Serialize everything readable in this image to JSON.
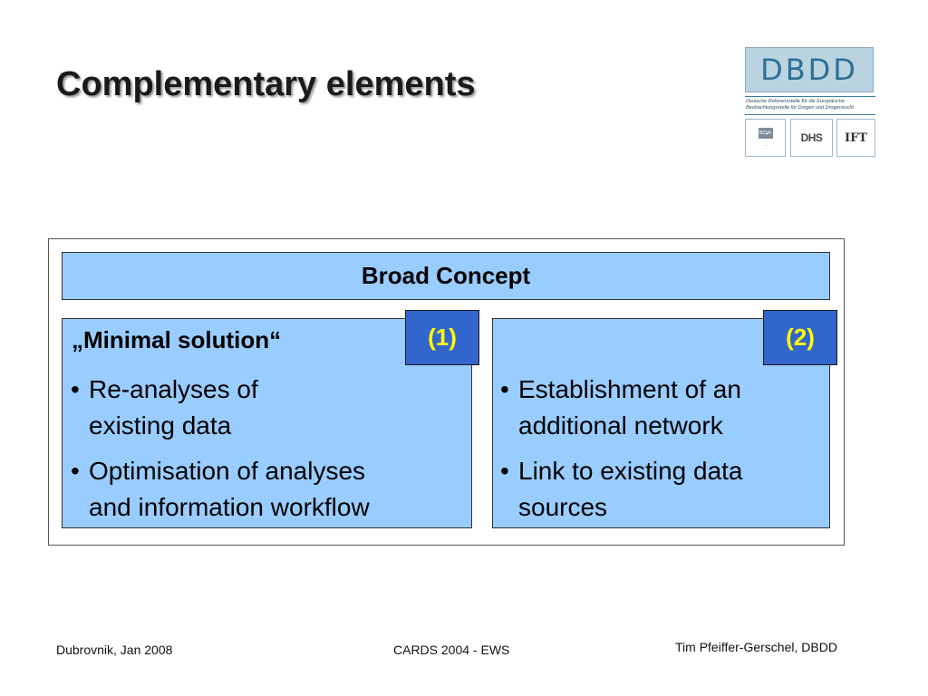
{
  "slide": {
    "title": "Complementary elements",
    "concept_label": "Broad Concept"
  },
  "logo": {
    "name": "DBDD",
    "subtitle_line1": "Deutsche Referenzstelle für die Europäische",
    "subtitle_line2": "Beobachtungsstelle für Drogen und Drogensucht",
    "partners": [
      "BZgA",
      "DHS",
      "IFT"
    ]
  },
  "options": [
    {
      "number": "(1)",
      "heading": "„Minimal solution“",
      "bullets": [
        [
          "Re-analyses of",
          "existing data"
        ],
        [
          "Optimisation of analyses",
          "and information workflow"
        ]
      ]
    },
    {
      "number": "(2)",
      "heading": "",
      "bullets": [
        [
          "Establishment of an",
          "additional network"
        ],
        [
          "Link to existing data",
          "sources"
        ]
      ]
    }
  ],
  "footer": {
    "left": "Dubrovnik, Jan 2008",
    "center": "CARDS 2004 - EWS",
    "right": "Tim Pfeiffer-Gerschel, DBDD"
  },
  "colors": {
    "box_fill": "#99ccff",
    "number_fill": "#3366cc",
    "number_text": "#ffff00"
  }
}
